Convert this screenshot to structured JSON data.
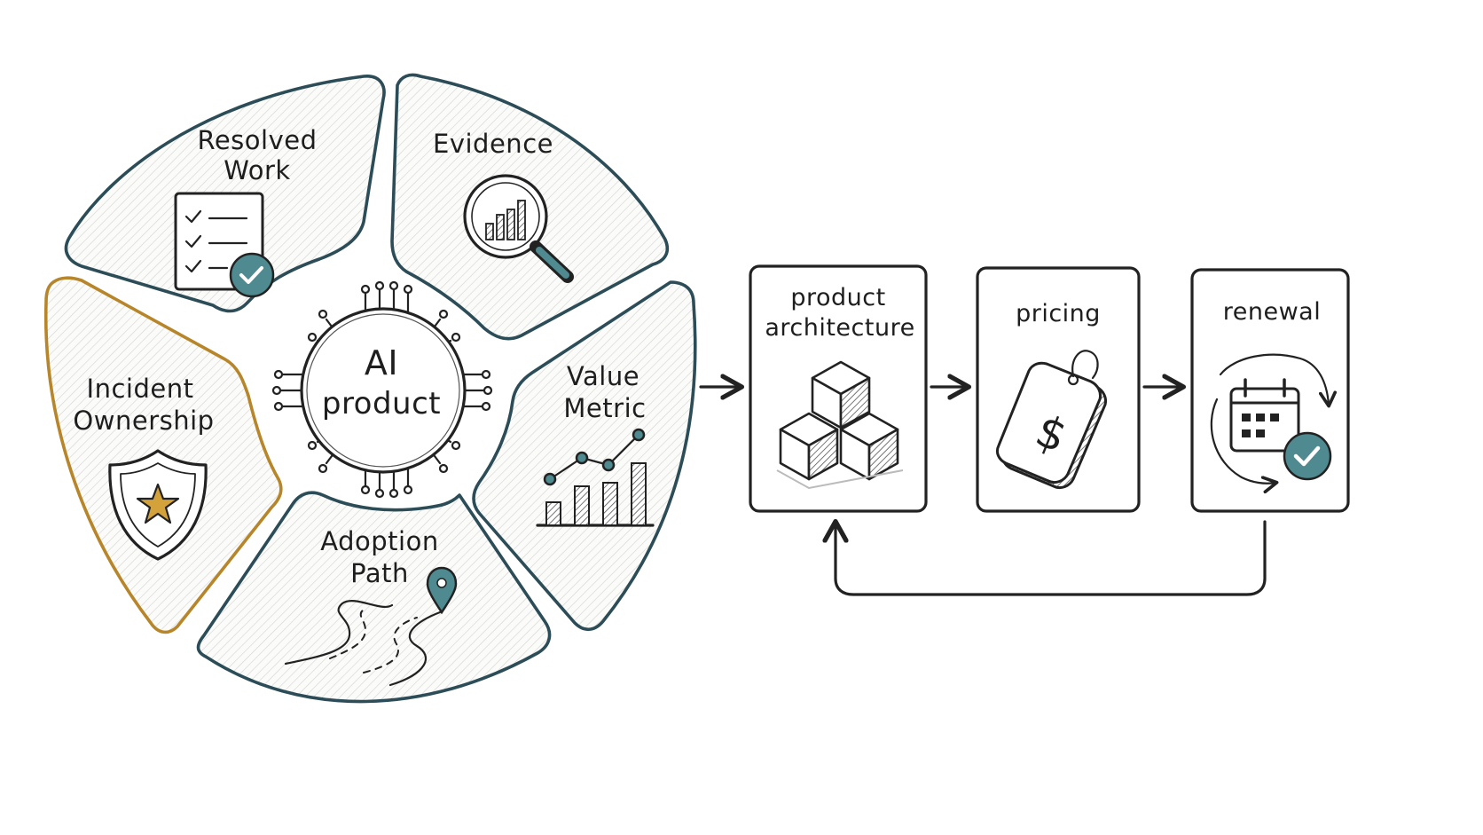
{
  "wheel": {
    "center_label_line1": "AI",
    "center_label_line2": "product",
    "segments": {
      "resolved_work": {
        "line1": "Resolved",
        "line2": "Work"
      },
      "evidence": {
        "line1": "Evidence"
      },
      "value_metric": {
        "line1": "Value",
        "line2": "Metric"
      },
      "adoption_path": {
        "line1": "Adoption",
        "line2": "Path"
      },
      "incident_ownership": {
        "line1": "Incident",
        "line2": "Ownership"
      }
    }
  },
  "flow": {
    "steps": [
      {
        "line1": "product",
        "line2": "architecture"
      },
      {
        "line1": "pricing"
      },
      {
        "line1": "renewal"
      }
    ]
  },
  "colors": {
    "ink": "#222222",
    "segment_outline": "#2c4d57",
    "highlight_outline": "#b8862a",
    "accent_teal": "#4e8a8f",
    "star_gold": "#d4a23a"
  },
  "icons": {
    "resolved_work": "checklist-icon",
    "evidence": "magnifier-chart-icon",
    "value_metric": "bar-line-chart-icon",
    "adoption_path": "winding-road-pin-icon",
    "incident_ownership": "shield-star-icon",
    "product_architecture": "cubes-icon",
    "pricing": "price-tag-icon",
    "renewal": "calendar-cycle-icon"
  }
}
